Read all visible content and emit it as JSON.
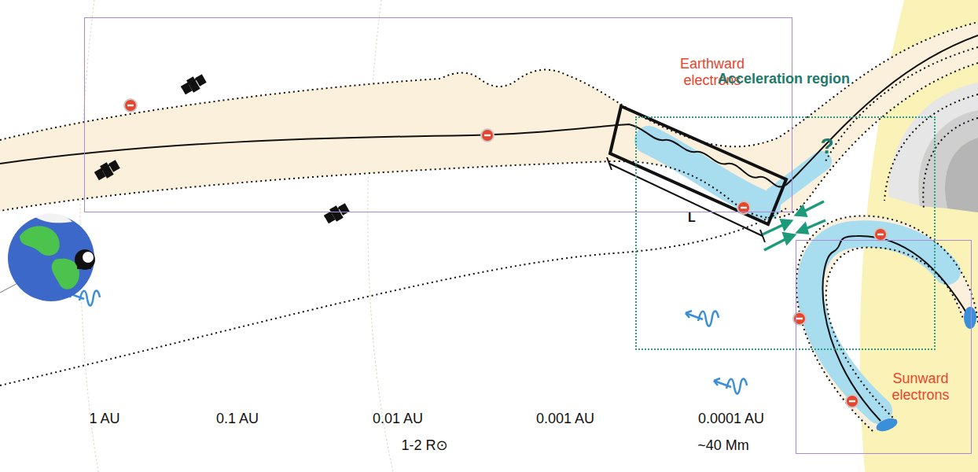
{
  "diagram": {
    "nodes": [
      {
        "text": [
          "Earthward electrons"
        ]
      },
      {
        "text": [
          "Acceleration region",
          "?"
        ]
      },
      {
        "text": [
          "Sunward electrons"
        ]
      }
    ],
    "labels": [
      "L",
      "1 AU",
      "0.1 AU",
      "0.01 AU",
      "0.001 AU",
      "0.0001 AU",
      "1-2 R⊙",
      "~40 Mm"
    ]
  }
}
